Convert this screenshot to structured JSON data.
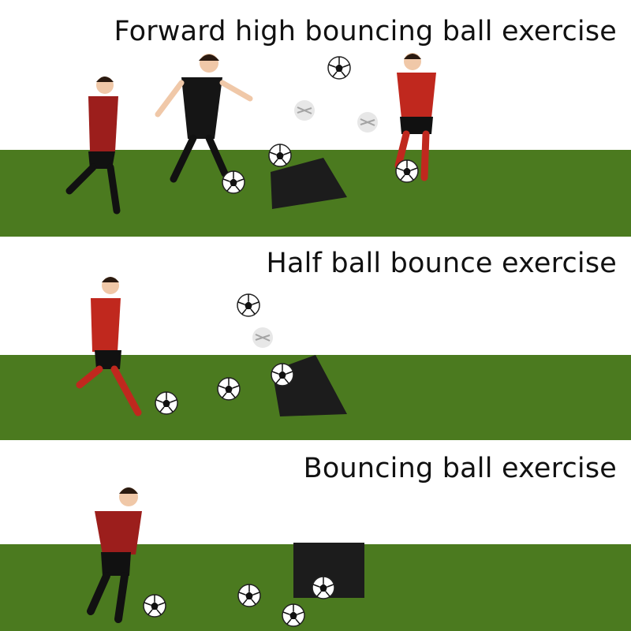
{
  "exercises": [
    {
      "title": "Forward high bouncing ball exercise"
    },
    {
      "title": "Half ball bounce exercise"
    },
    {
      "title": "Bouncing ball exercise"
    }
  ],
  "colors": {
    "grass": "#4b7a1f",
    "jersey_red": "#b3261e",
    "jersey_black": "#151515",
    "rebounder": "#1c1c1c"
  }
}
